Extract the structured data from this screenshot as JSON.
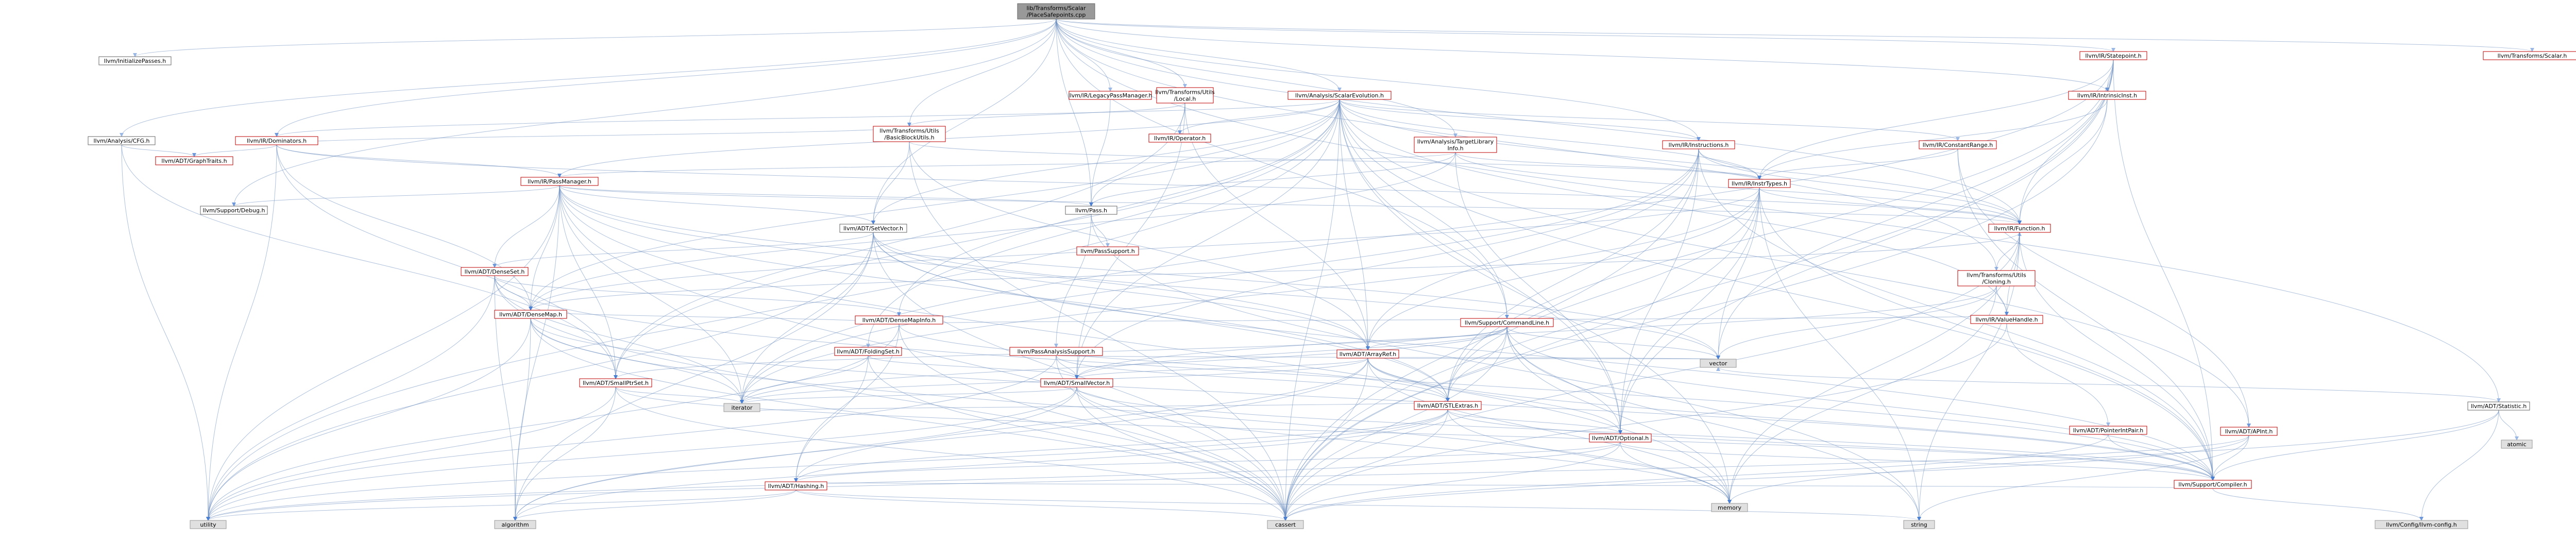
{
  "colors": {
    "root_fill": "#999999",
    "root_stroke": "#666666",
    "linked_stroke": "#bf0000",
    "plain_stroke": "#666666",
    "system_fill": "#e0e0e0",
    "system_stroke": "#999999",
    "edge": "#4a7fd1"
  },
  "diagram": {
    "root": "root",
    "nodes": [
      {
        "id": "root",
        "label": "lib/Transforms/Scalar\n/PlaceSafepoints.cpp",
        "kind": "root"
      },
      {
        "id": "initpasses",
        "label": "llvm/InitializePasses.h",
        "kind": "plain"
      },
      {
        "id": "cfg",
        "label": "llvm/Analysis/CFG.h",
        "kind": "plain"
      },
      {
        "id": "dominators",
        "label": "llvm/IR/Dominators.h",
        "kind": "linked"
      },
      {
        "id": "graphtraits",
        "label": "llvm/ADT/GraphTraits.h",
        "kind": "linked"
      },
      {
        "id": "passmanager",
        "label": "llvm/IR/PassManager.h",
        "kind": "linked"
      },
      {
        "id": "debug",
        "label": "llvm/Support/Debug.h",
        "kind": "plain"
      },
      {
        "id": "legacypm",
        "label": "llvm/IR/LegacyPassManager.h",
        "kind": "linked"
      },
      {
        "id": "local",
        "label": "llvm/Transforms/Utils\n/Local.h",
        "kind": "linked"
      },
      {
        "id": "bbutils",
        "label": "llvm/Transforms/Utils\n/BasicBlockUtils.h",
        "kind": "linked"
      },
      {
        "id": "operator",
        "label": "llvm/IR/Operator.h",
        "kind": "linked"
      },
      {
        "id": "scev",
        "label": "llvm/Analysis/ScalarEvolution.h",
        "kind": "linked"
      },
      {
        "id": "tli",
        "label": "llvm/Analysis/TargetLibrary\nInfo.h",
        "kind": "linked"
      },
      {
        "id": "instructions",
        "label": "llvm/IR/Instructions.h",
        "kind": "linked"
      },
      {
        "id": "constantrange",
        "label": "llvm/IR/ConstantRange.h",
        "kind": "linked"
      },
      {
        "id": "statepoint",
        "label": "llvm/IR/Statepoint.h",
        "kind": "linked"
      },
      {
        "id": "intrinsicinst",
        "label": "llvm/IR/IntrinsicInst.h",
        "kind": "linked"
      },
      {
        "id": "scalar",
        "label": "llvm/Transforms/Scalar.h",
        "kind": "linked"
      },
      {
        "id": "statistic",
        "label": "llvm/ADT/Statistic.h",
        "kind": "plain"
      },
      {
        "id": "pass",
        "label": "llvm/Pass.h",
        "kind": "plain"
      },
      {
        "id": "passsupport",
        "label": "llvm/PassSupport.h",
        "kind": "linked"
      },
      {
        "id": "setvector",
        "label": "llvm/ADT/SetVector.h",
        "kind": "plain"
      },
      {
        "id": "densemap",
        "label": "llvm/ADT/DenseMap.h",
        "kind": "linked"
      },
      {
        "id": "denseset",
        "label": "llvm/ADT/DenseSet.h",
        "kind": "linked"
      },
      {
        "id": "densemapinfo",
        "label": "llvm/ADT/DenseMapInfo.h",
        "kind": "linked"
      },
      {
        "id": "instrtypes",
        "label": "llvm/IR/InstrTypes.h",
        "kind": "linked"
      },
      {
        "id": "function",
        "label": "llvm/IR/Function.h",
        "kind": "linked"
      },
      {
        "id": "cloning",
        "label": "llvm/Transforms/Utils\n/Cloning.h",
        "kind": "linked"
      },
      {
        "id": "valuehandle",
        "label": "llvm/IR/ValueHandle.h",
        "kind": "linked"
      },
      {
        "id": "commandline",
        "label": "llvm/Support/CommandLine.h",
        "kind": "linked"
      },
      {
        "id": "foldingset",
        "label": "llvm/ADT/FoldingSet.h",
        "kind": "linked"
      },
      {
        "id": "passanalysis",
        "label": "llvm/PassAnalysisSupport.h",
        "kind": "linked"
      },
      {
        "id": "arrayref",
        "label": "llvm/ADT/ArrayRef.h",
        "kind": "linked"
      },
      {
        "id": "smallptrset",
        "label": "llvm/ADT/SmallPtrSet.h",
        "kind": "linked"
      },
      {
        "id": "smallvector",
        "label": "llvm/ADT/SmallVector.h",
        "kind": "linked"
      },
      {
        "id": "stlextras",
        "label": "llvm/ADT/STLExtras.h",
        "kind": "linked"
      },
      {
        "id": "pointerintpair",
        "label": "llvm/ADT/PointerIntPair.h",
        "kind": "linked"
      },
      {
        "id": "apint",
        "label": "llvm/ADT/APInt.h",
        "kind": "linked"
      },
      {
        "id": "optional",
        "label": "llvm/ADT/Optional.h",
        "kind": "linked"
      },
      {
        "id": "hashing",
        "label": "llvm/ADT/Hashing.h",
        "kind": "linked"
      },
      {
        "id": "compiler",
        "label": "llvm/Support/Compiler.h",
        "kind": "linked"
      },
      {
        "id": "llvmconfig",
        "label": "llvm/Config/llvm-config.h",
        "kind": "system"
      },
      {
        "id": "vector",
        "label": "vector",
        "kind": "system"
      },
      {
        "id": "iterator",
        "label": "iterator",
        "kind": "system"
      },
      {
        "id": "memory",
        "label": "memory",
        "kind": "system"
      },
      {
        "id": "utility",
        "label": "utility",
        "kind": "system"
      },
      {
        "id": "algorithm",
        "label": "algorithm",
        "kind": "system"
      },
      {
        "id": "cassert",
        "label": "cassert",
        "kind": "system"
      },
      {
        "id": "string",
        "label": "string",
        "kind": "system"
      },
      {
        "id": "atomic",
        "label": "atomic",
        "kind": "system"
      }
    ],
    "edges": [
      [
        "root",
        "initpasses"
      ],
      [
        "root",
        "cfg"
      ],
      [
        "root",
        "dominators"
      ],
      [
        "root",
        "debug"
      ],
      [
        "root",
        "legacypm"
      ],
      [
        "root",
        "local"
      ],
      [
        "root",
        "scev"
      ],
      [
        "root",
        "statepoint"
      ],
      [
        "root",
        "scalar"
      ],
      [
        "root",
        "statistic"
      ],
      [
        "root",
        "pass"
      ],
      [
        "root",
        "setvector"
      ],
      [
        "root",
        "tli"
      ],
      [
        "root",
        "bbutils"
      ],
      [
        "root",
        "instructions"
      ],
      [
        "root",
        "intrinsicinst"
      ],
      [
        "root",
        "commandline"
      ],
      [
        "root",
        "cloning"
      ],
      [
        "root",
        "function"
      ],
      [
        "cfg",
        "graphtraits"
      ],
      [
        "cfg",
        "smallptrset"
      ],
      [
        "cfg",
        "utility"
      ],
      [
        "dominators",
        "graphtraits"
      ],
      [
        "dominators",
        "passmanager"
      ],
      [
        "dominators",
        "densemap"
      ],
      [
        "dominators",
        "smallptrset"
      ],
      [
        "dominators",
        "function"
      ],
      [
        "dominators",
        "utility"
      ],
      [
        "passmanager",
        "pass"
      ],
      [
        "passmanager",
        "densemap"
      ],
      [
        "passmanager",
        "smallptrset"
      ],
      [
        "passmanager",
        "stlextras"
      ],
      [
        "passmanager",
        "function"
      ],
      [
        "passmanager",
        "debug"
      ],
      [
        "passmanager",
        "iterator"
      ],
      [
        "passmanager",
        "vector"
      ],
      [
        "passmanager",
        "memory"
      ],
      [
        "passmanager",
        "utility"
      ],
      [
        "passmanager",
        "cassert"
      ],
      [
        "passmanager",
        "algorithm"
      ],
      [
        "passmanager",
        "denseset"
      ],
      [
        "passmanager",
        "setvector"
      ],
      [
        "passmanager",
        "arrayref"
      ],
      [
        "legacypm",
        "pass"
      ],
      [
        "local",
        "operator"
      ],
      [
        "local",
        "arrayref"
      ],
      [
        "local",
        "smallptrset"
      ],
      [
        "local",
        "smallvector"
      ],
      [
        "local",
        "bbutils"
      ],
      [
        "bbutils",
        "setvector"
      ],
      [
        "bbutils",
        "arrayref"
      ],
      [
        "bbutils",
        "instrtypes"
      ],
      [
        "bbutils",
        "cassert"
      ],
      [
        "bbutils",
        "dominators"
      ],
      [
        "scev",
        "apint"
      ],
      [
        "scev",
        "arrayref"
      ],
      [
        "scev",
        "densemap"
      ],
      [
        "scev",
        "densemapinfo"
      ],
      [
        "scev",
        "foldingset"
      ],
      [
        "scev",
        "optional"
      ],
      [
        "scev",
        "setvector"
      ],
      [
        "scev",
        "smallptrset"
      ],
      [
        "scev",
        "smallvector"
      ],
      [
        "scev",
        "constantrange"
      ],
      [
        "scev",
        "instrtypes"
      ],
      [
        "scev",
        "function"
      ],
      [
        "scev",
        "operator"
      ],
      [
        "scev",
        "passmanager"
      ],
      [
        "scev",
        "valuehandle"
      ],
      [
        "scev",
        "pass"
      ],
      [
        "scev",
        "compiler"
      ],
      [
        "scev",
        "cassert"
      ],
      [
        "scev",
        "memory"
      ],
      [
        "scev",
        "utility"
      ],
      [
        "scev",
        "instructions"
      ],
      [
        "scev",
        "dominators"
      ],
      [
        "scev",
        "commandline"
      ],
      [
        "tli",
        "densemap"
      ],
      [
        "tli",
        "optional"
      ],
      [
        "tli",
        "instrtypes"
      ],
      [
        "tli",
        "pass"
      ],
      [
        "tli",
        "passmanager"
      ],
      [
        "tli",
        "function"
      ],
      [
        "instructions",
        "instrtypes"
      ],
      [
        "instructions",
        "function"
      ],
      [
        "instructions",
        "arrayref"
      ],
      [
        "instructions",
        "stlextras"
      ],
      [
        "instructions",
        "smallvector"
      ],
      [
        "instructions",
        "optional"
      ],
      [
        "instructions",
        "compiler"
      ],
      [
        "instructions",
        "cassert"
      ],
      [
        "instructions",
        "iterator"
      ],
      [
        "constantrange",
        "apint"
      ],
      [
        "constantrange",
        "instrtypes"
      ],
      [
        "constantrange",
        "compiler"
      ],
      [
        "statepoint",
        "intrinsicinst"
      ],
      [
        "statepoint",
        "instrtypes"
      ],
      [
        "statepoint",
        "function"
      ],
      [
        "statepoint",
        "optional"
      ],
      [
        "statepoint",
        "compiler"
      ],
      [
        "statepoint",
        "cassert"
      ],
      [
        "statepoint",
        "vector"
      ],
      [
        "statepoint",
        "iterator"
      ],
      [
        "statepoint",
        "stlextras"
      ],
      [
        "intrinsicinst",
        "instrtypes"
      ],
      [
        "intrinsicinst",
        "function"
      ],
      [
        "intrinsicinst",
        "cassert"
      ],
      [
        "statistic",
        "compiler"
      ],
      [
        "statistic",
        "llvmconfig"
      ],
      [
        "statistic",
        "atomic"
      ],
      [
        "statistic",
        "memory"
      ],
      [
        "statistic",
        "vector"
      ],
      [
        "pass",
        "passsupport"
      ],
      [
        "pass",
        "passanalysis"
      ],
      [
        "pass",
        "string"
      ],
      [
        "passanalysis",
        "smallvector"
      ],
      [
        "passanalysis",
        "stlextras"
      ],
      [
        "passanalysis",
        "cassert"
      ],
      [
        "passanalysis",
        "vector"
      ],
      [
        "passanalysis",
        "utility"
      ],
      [
        "setvector",
        "arrayref"
      ],
      [
        "setvector",
        "denseset"
      ],
      [
        "setvector",
        "stlextras"
      ],
      [
        "setvector",
        "compiler"
      ],
      [
        "setvector",
        "cassert"
      ],
      [
        "setvector",
        "iterator"
      ],
      [
        "setvector",
        "vector"
      ],
      [
        "setvector",
        "algorithm"
      ],
      [
        "setvector",
        "utility"
      ],
      [
        "denseset",
        "densemap"
      ],
      [
        "denseset",
        "densemapinfo"
      ],
      [
        "denseset",
        "compiler"
      ],
      [
        "denseset",
        "algorithm"
      ],
      [
        "denseset",
        "iterator"
      ],
      [
        "denseset",
        "utility"
      ],
      [
        "denseset",
        "cassert"
      ],
      [
        "densemap",
        "densemapinfo"
      ],
      [
        "densemap",
        "compiler"
      ],
      [
        "densemap",
        "algorithm"
      ],
      [
        "densemap",
        "cassert"
      ],
      [
        "densemap",
        "iterator"
      ],
      [
        "densemap",
        "utility"
      ],
      [
        "densemap",
        "memory"
      ],
      [
        "densemapinfo",
        "hashing"
      ],
      [
        "densemapinfo",
        "stlextras"
      ],
      [
        "densemapinfo",
        "cassert"
      ],
      [
        "densemapinfo",
        "utility"
      ],
      [
        "instrtypes",
        "function"
      ],
      [
        "instrtypes",
        "arrayref"
      ],
      [
        "instrtypes",
        "optional"
      ],
      [
        "instrtypes",
        "stlextras"
      ],
      [
        "instrtypes",
        "string"
      ],
      [
        "instrtypes",
        "cassert"
      ],
      [
        "instrtypes",
        "iterator"
      ],
      [
        "instrtypes",
        "vector"
      ],
      [
        "instrtypes",
        "compiler"
      ],
      [
        "instrtypes",
        "densemap"
      ],
      [
        "function",
        "densemap"
      ],
      [
        "function",
        "compiler"
      ],
      [
        "function",
        "cassert"
      ],
      [
        "function",
        "string"
      ],
      [
        "function",
        "memory"
      ],
      [
        "function",
        "valuehandle"
      ],
      [
        "cloning",
        "smallvector"
      ],
      [
        "cloning",
        "valuehandle"
      ],
      [
        "cloning",
        "memory"
      ],
      [
        "cloning",
        "function"
      ],
      [
        "cloning",
        "vector"
      ],
      [
        "valuehandle",
        "densemapinfo"
      ],
      [
        "valuehandle",
        "pointerintpair"
      ],
      [
        "valuehandle",
        "cassert"
      ],
      [
        "commandline",
        "arrayref"
      ],
      [
        "commandline",
        "smallptrset"
      ],
      [
        "commandline",
        "smallvector"
      ],
      [
        "commandline",
        "stlextras"
      ],
      [
        "commandline",
        "compiler"
      ],
      [
        "commandline",
        "cassert"
      ],
      [
        "commandline",
        "string"
      ],
      [
        "commandline",
        "vector"
      ],
      [
        "commandline",
        "memory"
      ],
      [
        "commandline",
        "iterator"
      ],
      [
        "commandline",
        "optional"
      ],
      [
        "foldingset",
        "hashing"
      ],
      [
        "foldingset",
        "smallvector"
      ],
      [
        "foldingset",
        "iterator"
      ],
      [
        "foldingset",
        "cassert"
      ],
      [
        "arrayref",
        "hashing"
      ],
      [
        "arrayref",
        "smallvector"
      ],
      [
        "arrayref",
        "stlextras"
      ],
      [
        "arrayref",
        "compiler"
      ],
      [
        "arrayref",
        "algorithm"
      ],
      [
        "arrayref",
        "cassert"
      ],
      [
        "arrayref",
        "iterator"
      ],
      [
        "arrayref",
        "memory"
      ],
      [
        "arrayref",
        "vector"
      ],
      [
        "arrayref",
        "optional"
      ],
      [
        "smallptrset",
        "compiler"
      ],
      [
        "smallptrset",
        "cassert"
      ],
      [
        "smallptrset",
        "iterator"
      ],
      [
        "smallptrset",
        "utility"
      ],
      [
        "smallptrset",
        "algorithm"
      ],
      [
        "smallvector",
        "compiler"
      ],
      [
        "smallvector",
        "algorithm"
      ],
      [
        "smallvector",
        "cassert"
      ],
      [
        "smallvector",
        "iterator"
      ],
      [
        "smallvector",
        "memory"
      ],
      [
        "smallvector",
        "utility"
      ],
      [
        "stlextras",
        "optional"
      ],
      [
        "stlextras",
        "hashing"
      ],
      [
        "stlextras",
        "compiler"
      ],
      [
        "stlextras",
        "algorithm"
      ],
      [
        "stlextras",
        "cassert"
      ],
      [
        "stlextras",
        "iterator"
      ],
      [
        "stlextras",
        "memory"
      ],
      [
        "stlextras",
        "utility"
      ],
      [
        "pointerintpair",
        "compiler"
      ],
      [
        "pointerintpair",
        "cassert"
      ],
      [
        "apint",
        "compiler"
      ],
      [
        "apint",
        "cassert"
      ],
      [
        "apint",
        "string"
      ],
      [
        "apint",
        "utility"
      ],
      [
        "optional",
        "hashing"
      ],
      [
        "optional",
        "compiler"
      ],
      [
        "optional",
        "cassert"
      ],
      [
        "optional",
        "memory"
      ],
      [
        "optional",
        "utility"
      ],
      [
        "hashing",
        "compiler"
      ],
      [
        "hashing",
        "algorithm"
      ],
      [
        "hashing",
        "cassert"
      ],
      [
        "hashing",
        "string"
      ],
      [
        "hashing",
        "utility"
      ],
      [
        "compiler",
        "llvmconfig"
      ]
    ]
  }
}
